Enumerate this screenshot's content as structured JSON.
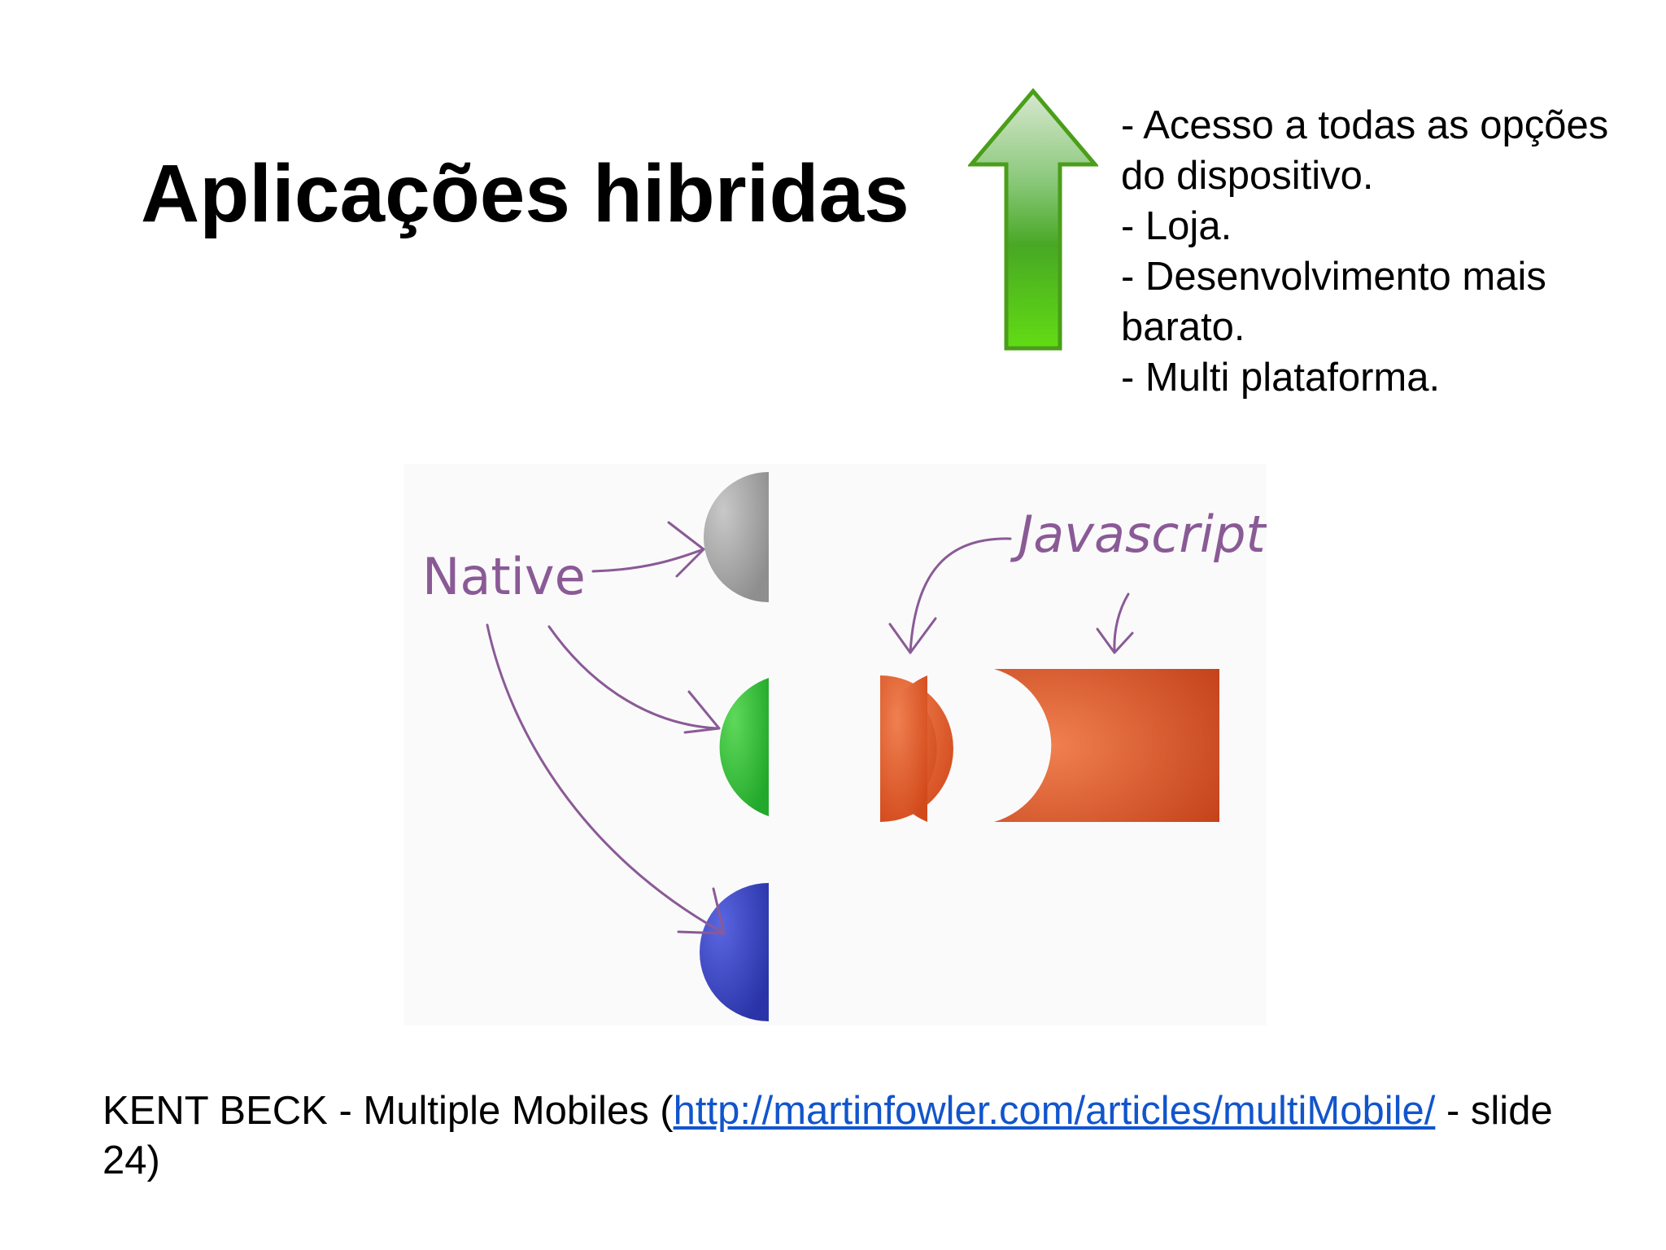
{
  "slide": {
    "title": "Aplicações hibridas",
    "bullets": [
      "- Acesso a todas as opções do dispositivo.",
      "- Loja.",
      "- Desenvolvimento mais barato.",
      "- Multi plataforma."
    ],
    "arrow_icon": "up-arrow-icon",
    "colors": {
      "arrow_green": "#5cd11a",
      "arrow_outline": "#4a9e1a",
      "native_gray": "#a8a8a8",
      "native_green": "#3cc23c",
      "native_blue": "#3a46c8",
      "javascript_orange": "#e0592a",
      "annotation_purple": "#8a5a96",
      "link_blue": "#1155cc"
    }
  },
  "diagram": {
    "native_label": "Native",
    "javascript_label": "Javascript"
  },
  "caption": {
    "prefix": "KENT BECK - Multiple Mobiles (",
    "link_text": "http://martinfowler.com/articles/multiMobile/",
    "suffix": " - slide 24)"
  }
}
